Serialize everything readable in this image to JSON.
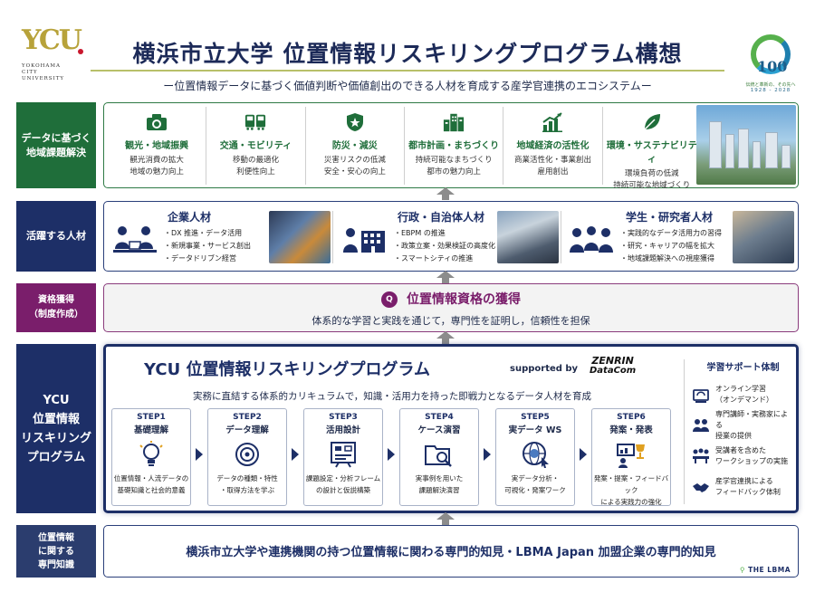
{
  "header": {
    "ycu_logo_mark": "YCU",
    "ycu_logo_sub": [
      "YOKOHAMA",
      "CITY",
      "UNIVERSITY"
    ],
    "title": "横浜市立大学 位置情報リスキリングプログラム構想",
    "subtitle": "ー位置情報データに基づく価値判断や価値創出のできる人材を育成する産学官連携のエコシステムー",
    "anniv_number": "100",
    "anniv_tagline": "伝統と革新の、その先へ",
    "anniv_years": "1928 - 2028"
  },
  "rows": {
    "r1": {
      "label": "データに基づく\n地域課題解決",
      "categories": [
        {
          "title": "観光・地域振興",
          "lines": [
            "観光消費の拡大",
            "地域の魅力向上"
          ],
          "icon": "camera-icon"
        },
        {
          "title": "交通・モビリティ",
          "lines": [
            "移動の最適化",
            "利便性向上"
          ],
          "icon": "train-bus-icon"
        },
        {
          "title": "防災・減災",
          "lines": [
            "災害リスクの低減",
            "安全・安心の向上"
          ],
          "icon": "shield-star-icon"
        },
        {
          "title": "都市計画・まちづくり",
          "lines": [
            "持続可能なまちづくり",
            "都市の魅力向上"
          ],
          "icon": "buildings-icon"
        },
        {
          "title": "地域経済の活性化",
          "lines": [
            "商業活性化・事業創出",
            "雇用創出"
          ],
          "icon": "growth-chart-icon"
        },
        {
          "title": "環境・サステナビリティ",
          "lines": [
            "環境負荷の低減",
            "持続可能な地域づくり"
          ],
          "icon": "leaf-icon"
        }
      ]
    },
    "r2": {
      "label": "活躍する人材",
      "groups": [
        {
          "title": "企業人材",
          "items": [
            "DX 推進・データ活用",
            "新規事業・サービス創出",
            "データドリブン経営"
          ]
        },
        {
          "title": "行政・自治体人材",
          "items": [
            "EBPM の推進",
            "政策立案・効果検証の高度化",
            "スマートシティの推進"
          ]
        },
        {
          "title": "学生・研究者人材",
          "items": [
            "実践的なデータ活用力の習得",
            "研究・キャリアの幅を拡大",
            "地域課題解決への視座獲得"
          ]
        }
      ]
    },
    "r3": {
      "label": "資格獲得\n（制度作成）",
      "badge": "Q",
      "title": "位置情報資格の獲得",
      "subtitle": "体系的な学習と実践を通じて，専門性を証明し，信頼性を担保"
    },
    "r4": {
      "label": "YCU\n位置情報\nリスキリング\nプログラム",
      "title": "YCU 位置情報リスキリングプログラム",
      "supported_by": "supported by",
      "sponsor_line1": "ZENRIN",
      "sponsor_line2": "DataCom",
      "subtitle": "実務に直結する体系的カリキュラムで，知識・活用力を持った即戦力となるデータ人材を育成",
      "steps": [
        {
          "num": "STEP1",
          "title": "基礎理解",
          "lines": [
            "位置情報・人流データの",
            "基礎知識と社会的意義"
          ]
        },
        {
          "num": "STEP2",
          "title": "データ理解",
          "lines": [
            "データの種類・特性",
            "・取得方法を学ぶ"
          ]
        },
        {
          "num": "STEP3",
          "title": "活用設計",
          "lines": [
            "課題設定・分析フレーム",
            "の設計と仮説構築"
          ]
        },
        {
          "num": "STEP4",
          "title": "ケース演習",
          "lines": [
            "実事例を用いた",
            "課題解決演習"
          ]
        },
        {
          "num": "STEP5",
          "title": "実データ WS",
          "lines": [
            "実データ分析・",
            "可視化・発案ワーク"
          ]
        },
        {
          "num": "STEP6",
          "title": "発案・発表",
          "lines": [
            "発案・提案・フィードバック",
            "による実践力の強化"
          ]
        }
      ],
      "support": {
        "title": "学習サポート体制",
        "items": [
          {
            "text": "オンライン学習\n（オンデマンド）",
            "icon": "headset-icon"
          },
          {
            "text": "専門講師・実務家による\n授業の提供",
            "icon": "lecturer-icon"
          },
          {
            "text": "受講者を含めた\nワークショップの実施",
            "icon": "workshop-icon"
          },
          {
            "text": "産学官連携による\nフィードバック体制",
            "icon": "handshake-icon"
          }
        ]
      }
    },
    "r5": {
      "label": "位置情報\nに関する\n専門知識",
      "text": "横浜市立大学や連携機関の持つ位置情報に関わる専門的知見・LBMA Japan 加盟企業の専門的知見",
      "logo": "THE LBMA"
    }
  },
  "colors": {
    "navy": "#1d2f67",
    "green": "#1f6e3a",
    "purple": "#7a1e6b",
    "gold": "#b7a23a"
  }
}
